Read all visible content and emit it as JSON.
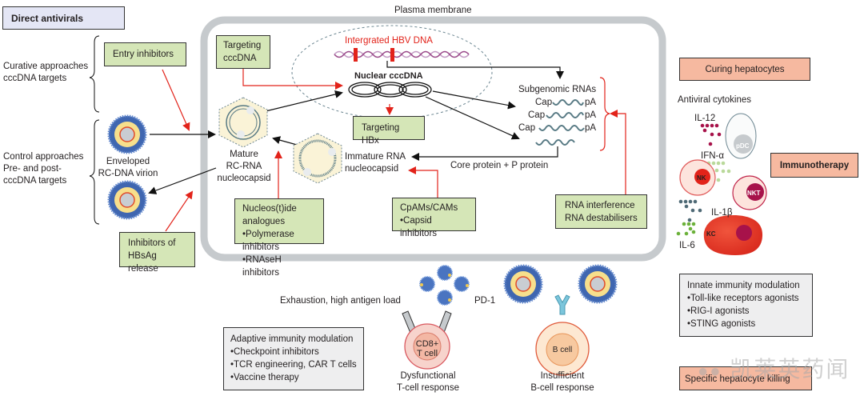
{
  "header": {
    "direct_antivirals": "Direct antivirals",
    "plasma_membrane": "Plasma membrane"
  },
  "left": {
    "curative_line1": "Curative approaches",
    "curative_line2": "cccDNA targets",
    "control_line1": "Control approaches",
    "control_line2": "Pre- and post-",
    "control_line3": "cccDNA targets",
    "virion_line1": "Enveloped",
    "virion_line2": "RC-DNA virion"
  },
  "boxes": {
    "entry_inhibitors": "Entry inhibitors",
    "hbsag_line1": "Inhibitors of",
    "hbsag_line2": "HBsAg release",
    "targeting_cccdna_line1": "Targeting",
    "targeting_cccdna_line2": "cccDNA",
    "targeting_hbx": "Targeting HBx",
    "nucs_title": "Nucleos(t)ide analogues",
    "nucs_items": [
      "Polymerase inhibitors",
      "RNAseH inhibitors"
    ],
    "cpam_title": "CpAMs/CAMs",
    "cpam_items": [
      "Capsid inhibitors"
    ],
    "rnai_line1": "RNA interference",
    "rnai_line2": "RNA destabilisers"
  },
  "cell": {
    "integrated_dna": "Intergrated HBV DNA",
    "nuclear_cccdna": "Nuclear cccDNA",
    "subgenomic": "Subgenomic RNAs",
    "cap": "Cap",
    "pa": "pA",
    "mature_line1": "Mature",
    "mature_line2": "RC-RNA",
    "mature_line3": "nucleocapsid",
    "immature_line1": "Immature RNA",
    "immature_line2": "nucleocapsid",
    "core_protein": "Core protein + P protein"
  },
  "right": {
    "curing": "Curing hepatocytes",
    "antiviral_cytokines": "Antiviral cytokines",
    "il12": "IL-12",
    "ifna": "IFN-α",
    "il1b": "IL-1β",
    "il6": "IL-6",
    "pdc": "pDC",
    "nk": "NK",
    "nkt": "NKT",
    "kc": "KC",
    "immunotherapy": "Immunotherapy",
    "innate_title": "Innate immunity modulation",
    "innate_items": [
      "Toll-like receptors agonists",
      "RIG-I agonists",
      "STING agonists"
    ],
    "specific_killing": "Specific hepatocyte killing",
    "watermark": "凯莱英药闻"
  },
  "bottom": {
    "exhaustion": "Exhaustion, high antigen load",
    "pd1": "PD-1",
    "cd8_line1": "CD8+",
    "cd8_line2": "T cell",
    "tcell_resp_line1": "Dysfunctional",
    "tcell_resp_line2": "T-cell response",
    "bcell": "B cell",
    "bcell_resp_line1": "Insufficient",
    "bcell_resp_line2": "B-cell response",
    "adaptive_title": "Adaptive immunity modulation",
    "adaptive_items": [
      "Checkpoint inhibitors",
      "TCR engineering, CAR T cells",
      "Vaccine therapy"
    ]
  },
  "colors": {
    "green_box": "#d5e6b7",
    "salmon_box": "#f6b9a0",
    "inhibit_arrow": "#e2231a",
    "membrane": "#c6cacd"
  }
}
